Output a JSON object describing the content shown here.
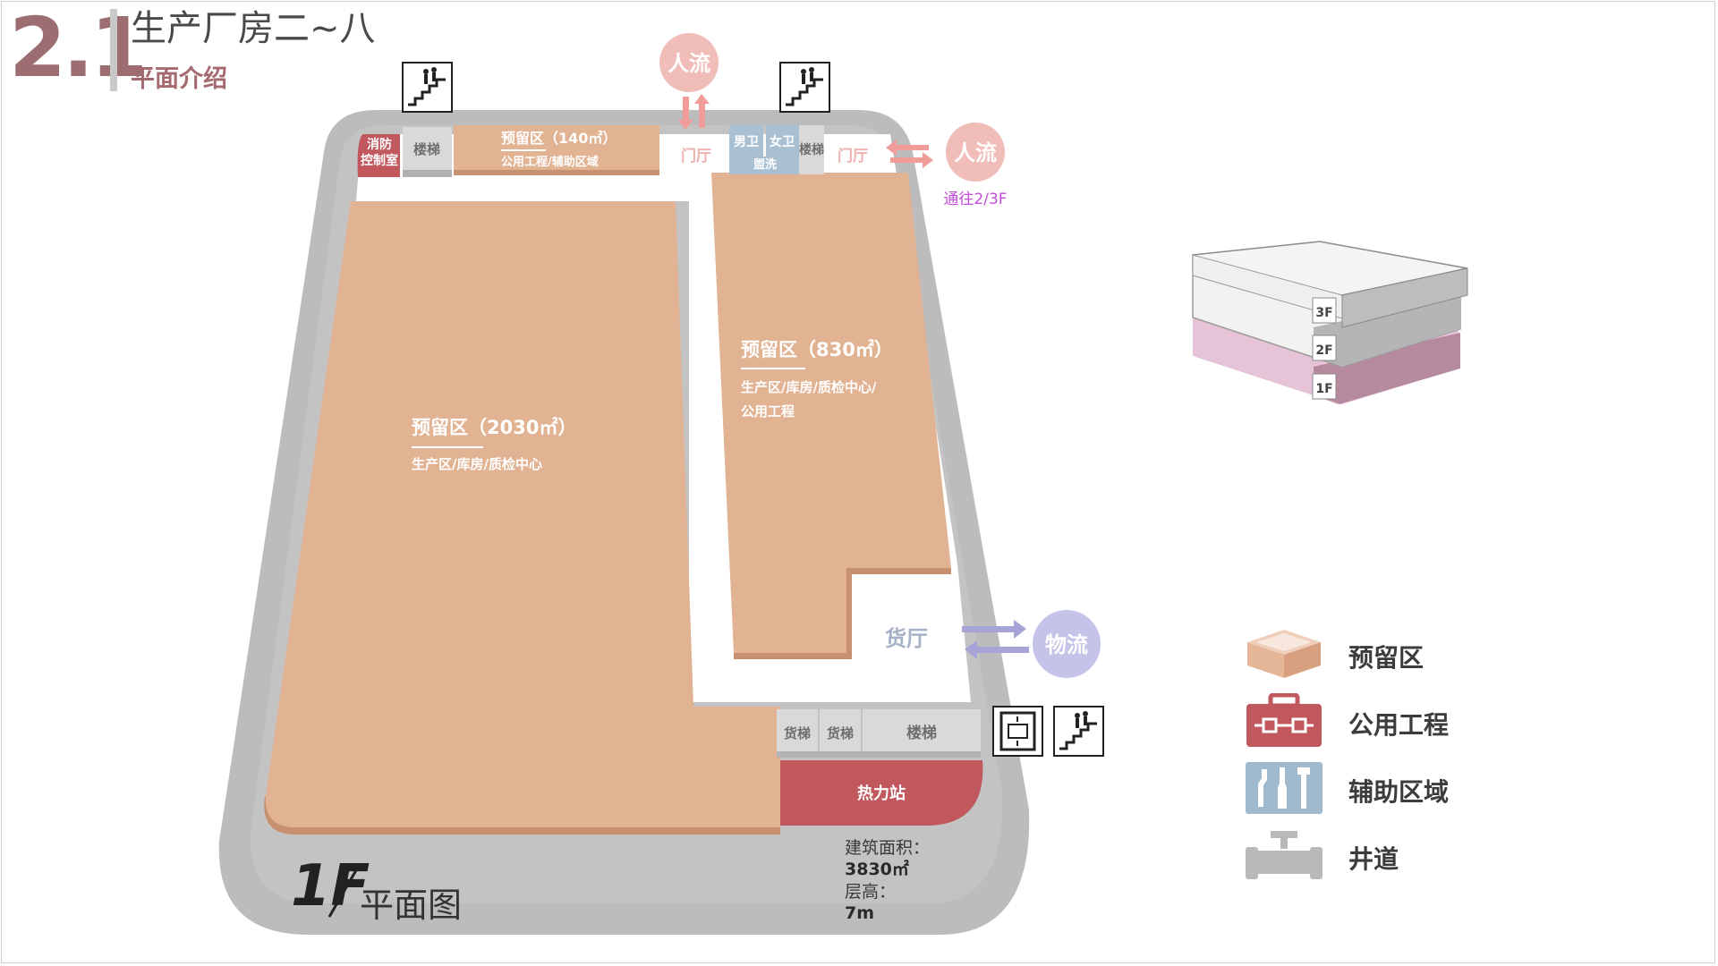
{
  "header": {
    "section_number": "2.1",
    "title": "生产厂房二~八",
    "subtitle": "平面介绍"
  },
  "floor_plan": {
    "label_floor": "1F",
    "label_plan": "平面图",
    "rooms": {
      "fire_control_line1": "消防",
      "fire_control_line2": "控制室",
      "stair": "楼梯",
      "reserve_small_title": "预留区（140㎡）",
      "reserve_small_sub": "公用工程/辅助区域",
      "lobby_left": "门厅",
      "lobby_right": "门厅",
      "male_wc": "男卫",
      "female_wc": "女卫",
      "wash": "盥洗",
      "reserve_large_title": "预留区（2030㎡）",
      "reserve_large_sub": "生产区/库房/质检中心",
      "reserve_mid_title": "预留区（830㎡）",
      "reserve_mid_sub1": "生产区/库房/质检中心/",
      "reserve_mid_sub2": "公用工程",
      "cargo_hall": "货厅",
      "freight_elevator": "货梯",
      "heat_station": "热力站"
    },
    "flows": {
      "people": "人流",
      "logistics": "物流",
      "to_upper": "通往2/3F"
    },
    "info": {
      "area_label": "建筑面积：",
      "area_value": "3830㎡",
      "height_label": "层高：",
      "height_value": "7m"
    }
  },
  "stack": {
    "floors": [
      "3F",
      "2F",
      "1F"
    ]
  },
  "legend": {
    "items": [
      {
        "label": "预留区",
        "icon": "box-icon",
        "color": "#e5b597"
      },
      {
        "label": "公用工程",
        "icon": "toolbox-icon",
        "color": "#c0585e"
      },
      {
        "label": "辅助区域",
        "icon": "tools-icon",
        "color": "#9fb8cc"
      },
      {
        "label": "井道",
        "icon": "pipe-icon",
        "color": "#b9b9b9"
      }
    ]
  },
  "colors": {
    "reserve": "#e2b393",
    "utility": "#c0585e",
    "auxiliary": "#a9c0d3",
    "corridor": "#ffffff",
    "base": "#bdbdbd",
    "stair": "#d9d9d9",
    "people_flow": "#ee9b98",
    "logistics_flow": "#a6a3d6",
    "accent": "#9c6d71"
  }
}
